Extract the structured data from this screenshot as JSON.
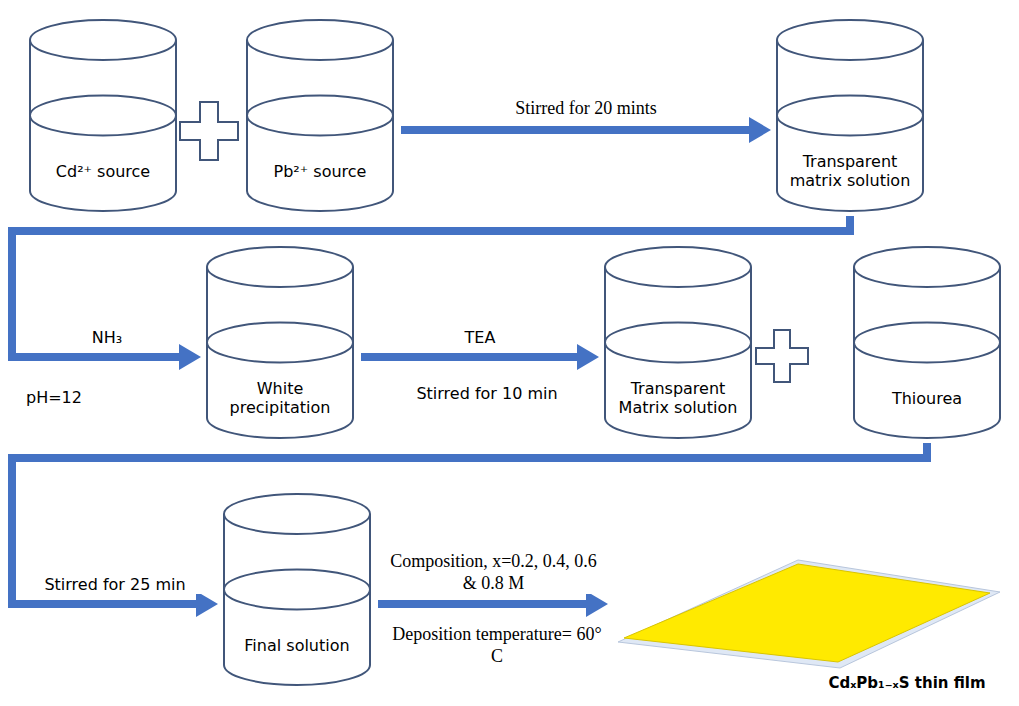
{
  "diagram": {
    "nodes": [
      {
        "text": [
          "Cd²⁺ source"
        ]
      },
      {
        "text": [
          "Pb²⁺ source"
        ]
      },
      {
        "text": [
          "Transparent matrix solution"
        ]
      },
      {
        "text": [
          "White precipitation"
        ]
      },
      {
        "text": [
          "Transparent Matrix solution"
        ]
      },
      {
        "text": [
          "Thiourea"
        ]
      },
      {
        "text": [
          "Final solution"
        ]
      },
      {
        "text": [
          "CdₓPb₁₋ₓS thin film"
        ]
      }
    ],
    "edges": [
      {
        "from": 1,
        "to": 2,
        "arrow": "to",
        "label": "Stirred for 20 mints"
      },
      {
        "from": 2,
        "to": 3,
        "arrow": "to",
        "label": "NH₃"
      },
      {
        "from": 3,
        "to": 4,
        "arrow": "to",
        "label": "TEA"
      },
      {
        "from": 5,
        "to": 6,
        "arrow": "to",
        "label": "Stirred for 25 min"
      },
      {
        "from": 6,
        "to": 7,
        "arrow": "to",
        "label": "Composition, x=0.2, 0.4, 0.6 & 0.8 M"
      }
    ],
    "labels": [
      "pH=12",
      "Stirred for 10 min",
      "Deposition temperature= 60° C"
    ]
  }
}
